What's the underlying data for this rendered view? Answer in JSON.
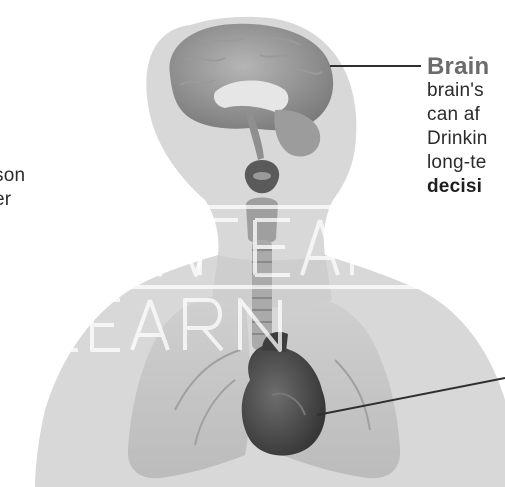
{
  "left_text": {
    "lines": [
      "son",
      "er"
    ]
  },
  "brain_label": {
    "heading": "Brain",
    "lines": [
      "brain's",
      "can af",
      "Drinkin",
      "long-te"
    ],
    "bold_line": "decisi"
  },
  "watermark": {
    "text": "NEW LEARN"
  },
  "colors": {
    "silhouette": "#d7d7d7",
    "organ_dark": "#4a4a4a",
    "organ_mid": "#8a8a8a",
    "lung": "#bdbdbd",
    "leader_line": "#2f2f2f"
  }
}
